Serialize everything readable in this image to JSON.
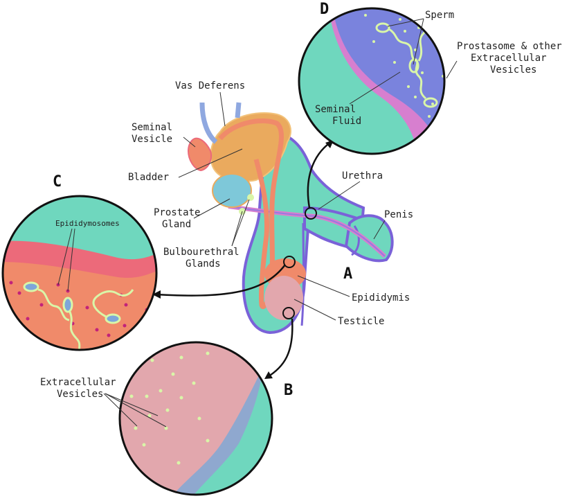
{
  "panel_letters": {
    "a": "A",
    "b": "B",
    "c": "C",
    "d": "D"
  },
  "labels": {
    "vas_deferens": "Vas Deferens",
    "seminal_vesicle_1": "Seminal",
    "seminal_vesicle_2": "Vesicle",
    "bladder": "Bladder",
    "prostate_1": "Prostate",
    "prostate_2": "Gland",
    "bulbourethral_1": "Bulbourethral",
    "bulbourethral_2": "Glands",
    "urethra": "Urethra",
    "penis": "Penis",
    "epididymis": "Epididymis",
    "testicle": "Testicle",
    "sperm": "Sperm",
    "prostasome_1": "Prostasome & other",
    "prostasome_2": "Extracellular",
    "prostasome_3": "Vesicles",
    "seminal_fluid_1": "Seminal",
    "seminal_fluid_2": "Fluid",
    "epididymosomes": "Epididymosomes",
    "ev_1": "Extracellular",
    "ev_2": "Vesicles"
  },
  "colors": {
    "teal": "#6fd7be",
    "orange": "#eaaa5e",
    "salmon": "#f08a6a",
    "pink_tissue": "#e2a7ad",
    "purple": "#7a62d8",
    "blue_duct": "#8fa8e0",
    "magenta": "#d77fcf",
    "red_band": "#ec6a7a",
    "vesicle_green": "#d9f6a8",
    "dot_magenta": "#c2227a"
  }
}
